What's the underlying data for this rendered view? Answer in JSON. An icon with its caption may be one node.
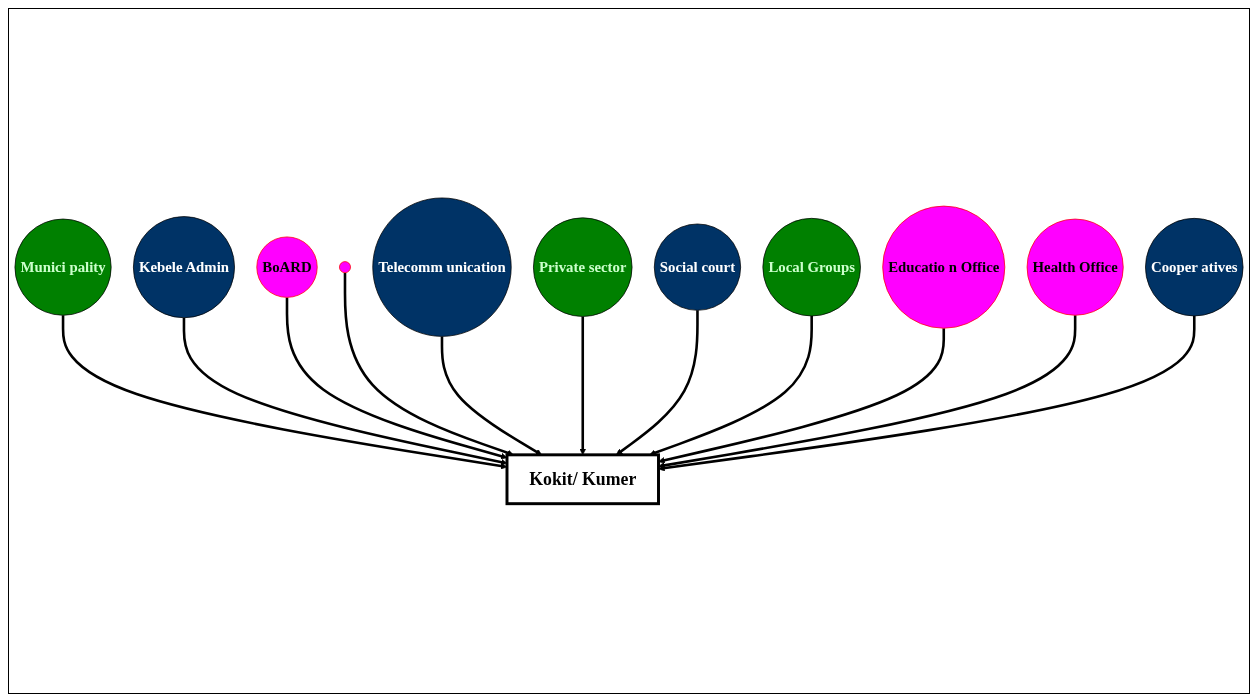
{
  "diagram": {
    "nodes": [
      {
        "text": [
          "Kokit/ Kumer"
        ]
      },
      {
        "text": [
          "Munici pality"
        ]
      },
      {
        "text": [
          "Kebele Admin"
        ]
      },
      {
        "text": [
          "BoARD"
        ]
      },
      {
        "text": [],
        "shape": "circle"
      },
      {
        "text": [
          "Telecomm unication"
        ]
      },
      {
        "text": [
          "Private sector"
        ]
      },
      {
        "text": [
          "Social court"
        ]
      },
      {
        "text": [
          "Local Groups"
        ]
      },
      {
        "text": [
          "Educatio n Office"
        ]
      },
      {
        "text": [
          "Health Office"
        ]
      },
      {
        "text": [
          "Cooper atives"
        ]
      }
    ],
    "edges": [
      {
        "from": 1,
        "to": 0,
        "arrow": "to"
      },
      {
        "from": 2,
        "to": 0,
        "arrow": "to"
      },
      {
        "from": 3,
        "to": 0,
        "arrow": "to"
      },
      {
        "from": 4,
        "to": 0,
        "arrow": "to"
      },
      {
        "from": 5,
        "to": 0,
        "arrow": "to"
      },
      {
        "from": 6,
        "to": 0,
        "arrow": "to"
      },
      {
        "from": 7,
        "to": 0,
        "arrow": "to"
      },
      {
        "from": 8,
        "to": 0,
        "arrow": "to"
      },
      {
        "from": 9,
        "to": 0,
        "arrow": "to"
      },
      {
        "from": 10,
        "to": 0,
        "arrow": "to"
      },
      {
        "from": 11,
        "to": 0,
        "arrow": "to"
      }
    ]
  }
}
